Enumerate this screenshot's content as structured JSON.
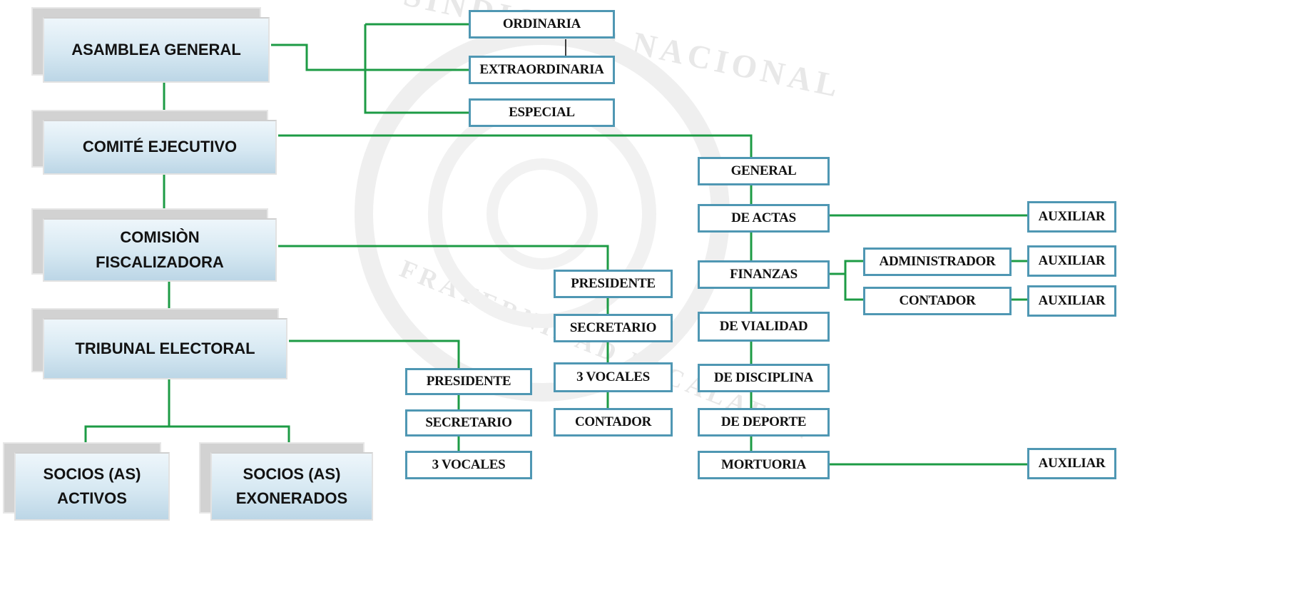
{
  "watermark": {
    "top_text": "SINDICATO NACIONAL",
    "bottom_text": "FRATERNIDAD ESCALAFON"
  },
  "colors": {
    "connector": "#1d9b45",
    "box_border": "#4f97b3",
    "big_box_gradient_top": "#eef6fb",
    "big_box_gradient_bottom": "#bcd6e6"
  },
  "main": {
    "asamblea": "ASAMBLEA GENERAL",
    "comite": "COMITÉ  EJECUTIVO",
    "comision": "COMISIÒN\nFISCALIZADORA",
    "tribunal": "TRIBUNAL ELECTORAL",
    "socios_activos": "SOCIOS (AS)\nACTIVOS",
    "socios_exonerados": "SOCIOS (AS)\nEXONERADOS"
  },
  "asamblea_types": {
    "ordinaria": "ORDINARIA",
    "extraordinaria": "EXTRAORDINARIA",
    "especial": "ESPECIAL"
  },
  "comite_secretarias": {
    "general": "GENERAL",
    "actas": "DE ACTAS",
    "finanzas": "FINANZAS",
    "vialidad": "DE VIALIDAD",
    "disciplina": "DE DISCIPLINA",
    "deporte": "DE DEPORTE",
    "mortuoria": "MORTUORIA"
  },
  "finanzas_sub": {
    "administrador": "ADMINISTRADOR",
    "contador": "CONTADOR"
  },
  "auxiliares": {
    "actas": "AUXILIAR",
    "administrador": "AUXILIAR",
    "contador": "AUXILIAR",
    "mortuoria": "AUXILIAR"
  },
  "comision_members": {
    "presidente": "PRESIDENTE",
    "secretario": "SECRETARIO",
    "vocales": "3 VOCALES",
    "contador": "CONTADOR"
  },
  "tribunal_members": {
    "presidente": "PRESIDENTE",
    "secretario": "SECRETARIO",
    "vocales": "3 VOCALES"
  }
}
